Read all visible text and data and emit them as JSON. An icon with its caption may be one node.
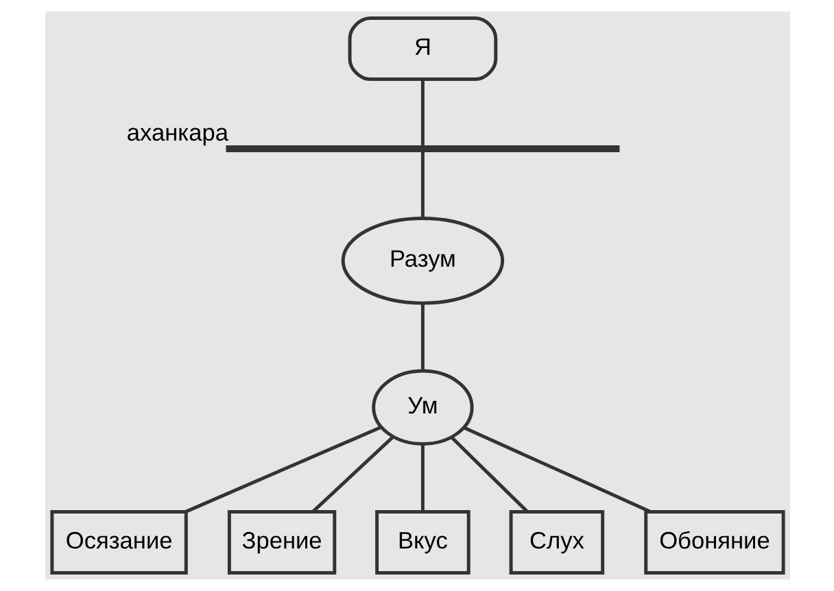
{
  "diagram": {
    "nodes": [
      {
        "text": [
          "Я"
        ]
      },
      {
        "text": [],
        "shape": "bar",
        "beside": [
          "аханкара"
        ]
      },
      {
        "text": [
          "Разум"
        ]
      },
      {
        "text": [
          "Ум"
        ]
      },
      {
        "text": [
          "Осязание"
        ]
      },
      {
        "text": [
          "Зрение"
        ]
      },
      {
        "text": [
          "Вкус"
        ]
      },
      {
        "text": [
          "Слух"
        ]
      },
      {
        "text": [
          "Обоняние"
        ]
      }
    ],
    "edges": [
      {
        "from": 0,
        "to": 1,
        "arrow": "none"
      },
      {
        "from": 1,
        "to": 2,
        "arrow": "none"
      },
      {
        "from": 2,
        "to": 3,
        "arrow": "none"
      },
      {
        "from": 3,
        "to": 4,
        "arrow": "none"
      },
      {
        "from": 3,
        "to": 5,
        "arrow": "none"
      },
      {
        "from": 3,
        "to": 6,
        "arrow": "none"
      },
      {
        "from": 3,
        "to": 7,
        "arrow": "none"
      },
      {
        "from": 3,
        "to": 8,
        "arrow": "none"
      }
    ]
  }
}
